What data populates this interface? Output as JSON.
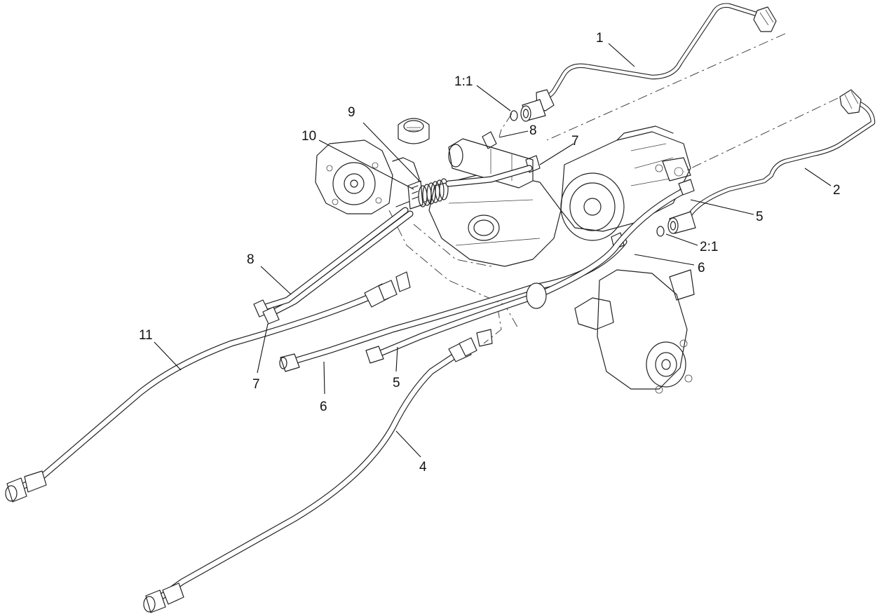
{
  "callouts": {
    "c1": "1",
    "c1_1": "1:1",
    "c2": "2",
    "c2_1": "2:1",
    "c4": "4",
    "c5_top": "5",
    "c5_bottom": "5",
    "c6_top": "6",
    "c6_bottom": "6",
    "c7_top": "7",
    "c7_bottom": "7",
    "c8_top": "8",
    "c8_bottom": "8",
    "c9": "9",
    "c10": "10",
    "c11": "11"
  }
}
